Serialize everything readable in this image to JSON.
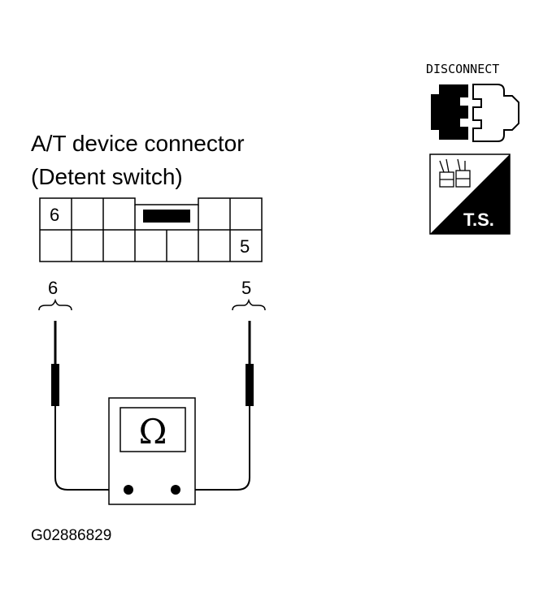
{
  "title": {
    "line1": "A/T device connector",
    "line2": "(Detent switch)"
  },
  "connector": {
    "pin_top_left": "6",
    "pin_bottom_right": "5"
  },
  "probes": {
    "left_label": "6",
    "right_label": "5"
  },
  "meter": {
    "symbol": "Ω",
    "icon": "ohmmeter-icon"
  },
  "badges": {
    "disconnect_label": "DISCONNECT",
    "disconnect_icon": "disconnect-connector-icon",
    "ts_label": "T.S.",
    "ts_icon": "tester-icon"
  },
  "figure_id": "G02886829"
}
